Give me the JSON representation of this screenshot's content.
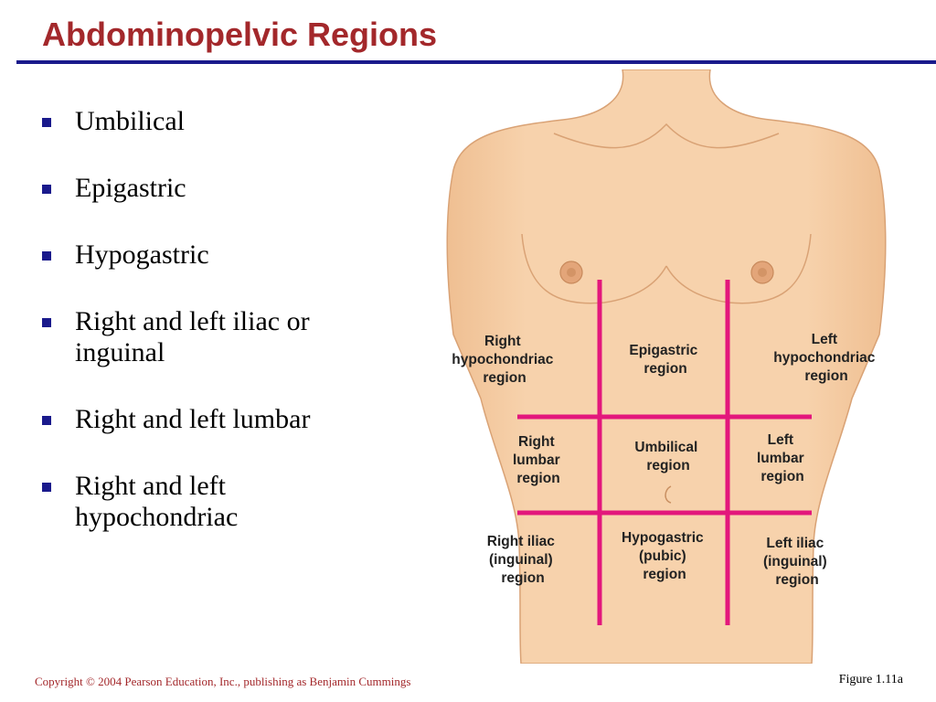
{
  "title": "Abdominopelvic Regions",
  "bullets": [
    "Umbilical",
    "Epigastric",
    "Hypogastric",
    "Right and left iliac or inguinal",
    "Right and left lumbar",
    "Right and left hypochondriac"
  ],
  "diagram": {
    "skin_color": "#f6cfa4",
    "line_color": "#e3177c",
    "regions": {
      "right_hypochondriac": [
        "Right",
        "hypochondriac",
        "region"
      ],
      "epigastric": [
        "Epigastric",
        "region"
      ],
      "left_hypochondriac": [
        "Left",
        "hypochondriac",
        "region"
      ],
      "right_lumbar": [
        "Right",
        "lumbar",
        "region"
      ],
      "umbilical": [
        "Umbilical",
        "region"
      ],
      "left_lumbar": [
        "Left",
        "lumbar",
        "region"
      ],
      "right_iliac": [
        "Right iliac",
        "(inguinal)",
        "region"
      ],
      "hypogastric": [
        "Hypogastric",
        "(pubic)",
        "region"
      ],
      "left_iliac": [
        "Left iliac",
        "(inguinal)",
        "region"
      ]
    }
  },
  "footer": {
    "copyright": "Copyright © 2004 Pearson Education, Inc., publishing as Benjamin Cummings",
    "figure": "Figure 1.11a"
  }
}
